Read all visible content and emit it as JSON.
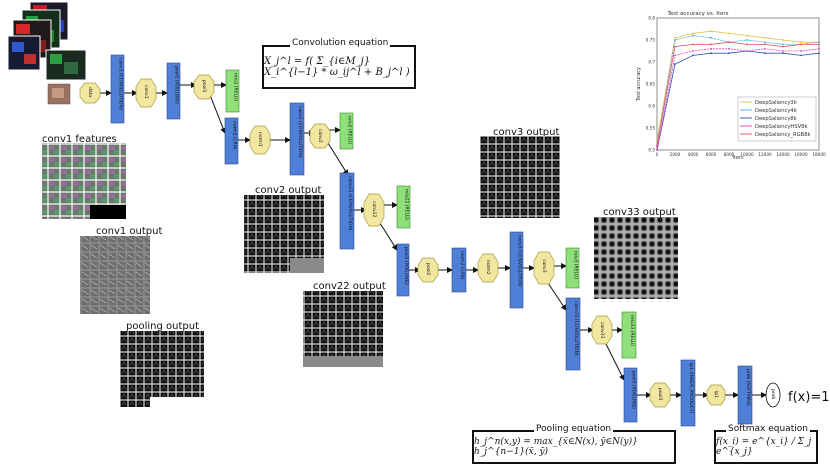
{
  "panel_titles": {
    "conv1_features": "conv1 features",
    "conv1_output": "conv1 output",
    "pooling_output": "pooling output",
    "conv2_output": "conv2 output",
    "conv22_output": "conv22 output",
    "conv3_output": "conv3 output",
    "conv33_output": "conv33 output"
  },
  "equations": {
    "convolution_title": "Convolution equation",
    "convolution": "X_j^l = f( Σ_{i∈M_j} X_i^{l−1} * ω_ij^l + B_j^l )",
    "pooling_title": "Pooling equation",
    "pooling": "h_j^n(x,y) = max_{x̄∈N(x), ȳ∈N(y)} h_j^{n−1}(x̄, ȳ)",
    "softmax_title": "Softmax equation",
    "softmax": "f(x_i) = e^{x_i} / Σ_j e^{x_j}",
    "output_fx": "f(x)=1"
  },
  "nodes": {
    "data": "data",
    "conv1": "conv1 (CONVOLUTION)",
    "conv1_blob": "conv1",
    "pool1": "pool1 (POOLING)",
    "pool1_blob": "pool1",
    "relu1": "relu1 (RELU)",
    "norm1": "norm1 (LRN)",
    "norm1_blob": "norm1",
    "conv2": "conv2 (CONVOLUTION)",
    "conv2_blob": "conv2",
    "relu2": "relu2 (RELU)",
    "conv22": "conv22 (CONVOLUTION)",
    "conv22_blob": "conv22",
    "relu22": "relu22 (RELU)",
    "pool2": "pool2 (POOLING)",
    "pool2_blob": "pool2",
    "norm2": "norm2 (LRN)",
    "norm2_blob": "norm2",
    "conv3": "conv3 (CONVOLUTION)",
    "conv3_blob": "conv3",
    "relu3": "relu3 (RELU)",
    "conv33": "conv33 (CONVOLUTION)",
    "conv33_blob": "conv33",
    "relu33": "relu33 (RELU)",
    "pool3": "pool3 (POOLING)",
    "pool3_blob": "pool3",
    "ip1": "ip1 (INNER_PRODUCT)",
    "ip1_blob": "ip1",
    "prob": "prob (SOFTMAX)",
    "prob_blob": "prob"
  },
  "colors": {
    "layer": "#4f7fd6",
    "relu": "#8fe07a",
    "blob": "#f2e7a0",
    "blob_stroke": "#a89a3a"
  },
  "chart_data": {
    "type": "line",
    "title": "Test accuracy  vs. Iters",
    "xlabel": "Iters",
    "ylabel": "Test accuracy",
    "xlim": [
      0,
      18000
    ],
    "ylim": [
      0.5,
      0.8
    ],
    "x_ticks": [
      "0",
      "2000",
      "4000",
      "6000",
      "8000",
      "10000",
      "12000",
      "14000",
      "16000",
      "18000"
    ],
    "y_ticks": [
      "0.5",
      "0.55",
      "0.6",
      "0.65",
      "0.7",
      "0.75",
      "0.8"
    ],
    "legend_position": "bottom-right",
    "x": [
      0,
      2000,
      4000,
      6000,
      8000,
      10000,
      12000,
      14000,
      16000,
      18000
    ],
    "series": [
      {
        "name": "DeepSaliency3k",
        "color": "#e0c040",
        "values": [
          0.52,
          0.755,
          0.765,
          0.77,
          0.765,
          0.76,
          0.755,
          0.75,
          0.745,
          0.745
        ]
      },
      {
        "name": "DeepSaliency4k",
        "color": "#40b0e0",
        "values": [
          0.51,
          0.75,
          0.76,
          0.755,
          0.745,
          0.75,
          0.745,
          0.74,
          0.74,
          0.745
        ]
      },
      {
        "name": "DeepSaliency8k",
        "color": "#3050c0",
        "values": [
          0.5,
          0.695,
          0.715,
          0.72,
          0.72,
          0.725,
          0.72,
          0.72,
          0.715,
          0.72
        ]
      },
      {
        "name": "DeepSaliencyHSV8k",
        "color": "#e040c0",
        "values": [
          0.5,
          0.715,
          0.725,
          0.73,
          0.73,
          0.725,
          0.73,
          0.725,
          0.725,
          0.73
        ]
      },
      {
        "name": "DeepSaliency_RGB8k",
        "color": "#e05060",
        "values": [
          0.51,
          0.735,
          0.74,
          0.74,
          0.745,
          0.74,
          0.74,
          0.735,
          0.74,
          0.74
        ]
      }
    ]
  }
}
